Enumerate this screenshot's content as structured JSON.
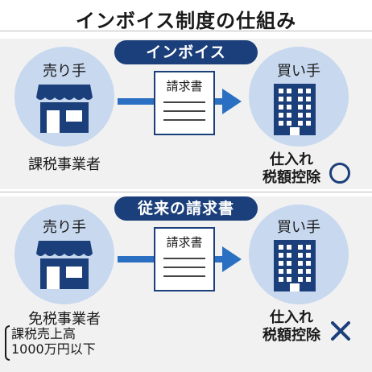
{
  "title": "インボイス制度の仕組み",
  "invoice_section": {
    "badge": "インボイス",
    "seller_label": "売り手",
    "buyer_label": "買い手",
    "document_label": "請求書",
    "seller_type": "課税事業者",
    "deduction_label_1": "仕入れ",
    "deduction_label_2": "税額控除",
    "result_symbol": "○"
  },
  "conventional_section": {
    "badge": "従来の請求書",
    "seller_label": "売り手",
    "buyer_label": "買い手",
    "document_label": "請求書",
    "seller_type": "免税事業者",
    "seller_note_1": "課税売上高",
    "seller_note_2": "1000万円以下",
    "deduction_label_1": "仕入れ",
    "deduction_label_2": "税額控除",
    "result_symbol": "×"
  },
  "colors": {
    "navy": "#1b3f7a",
    "arrow_blue": "#2a6fc1",
    "circle_blue": "#c7d8ef",
    "panel_gray": "#f1f1f1"
  },
  "icons": [
    "store-icon",
    "building-icon",
    "document-icon",
    "arrow-right-icon"
  ]
}
